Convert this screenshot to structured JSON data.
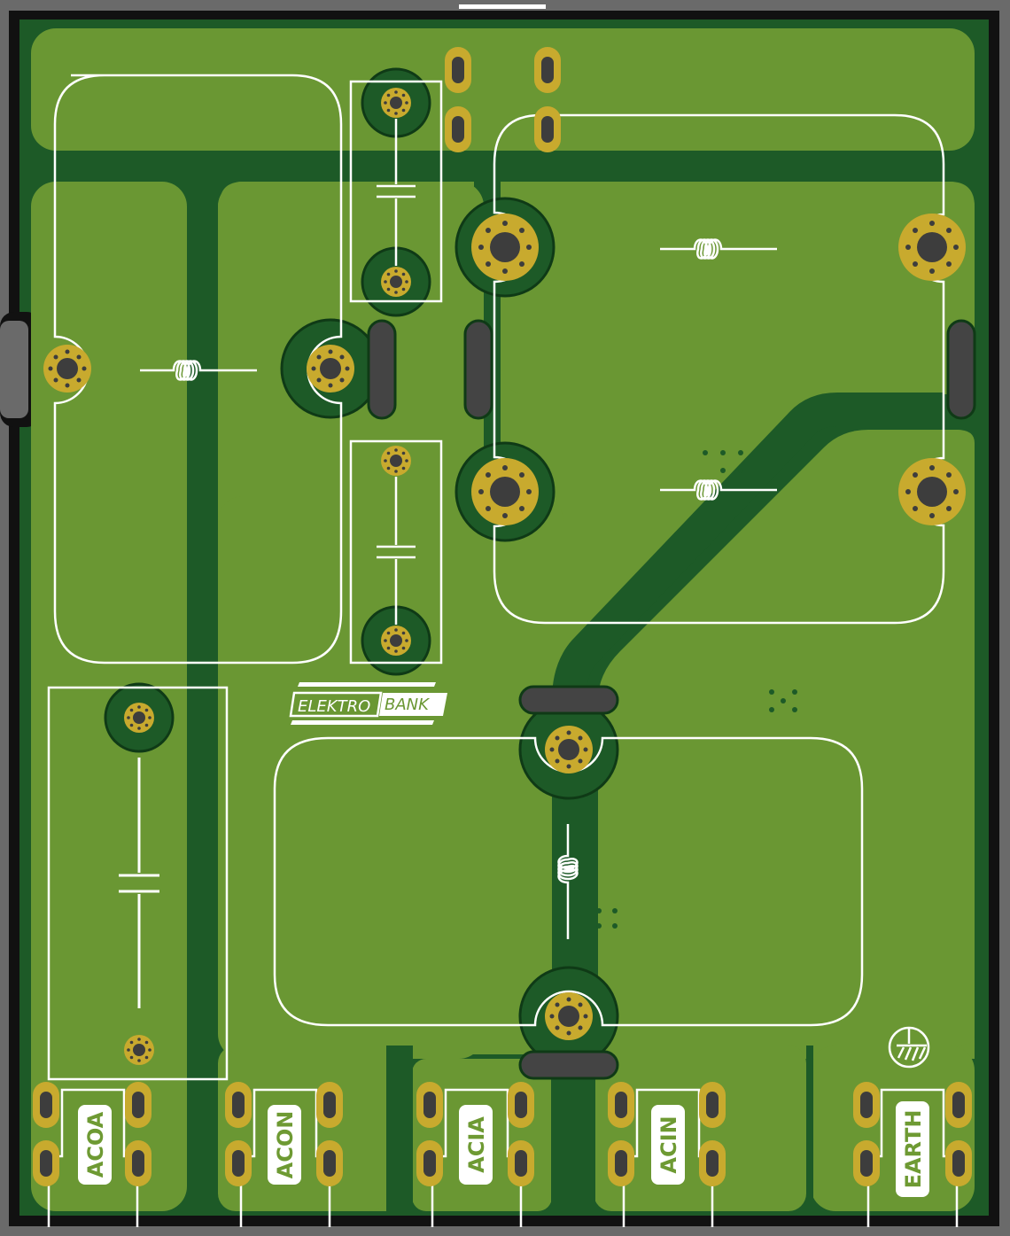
{
  "board": {
    "colors": {
      "background": "#6a6a6a",
      "outline": "#111111",
      "substrate": "#1d5a27",
      "copper_pour": "#6a9733",
      "pad_gold": "#c8aa2e",
      "drill": "#3d3d3d",
      "silkscreen": "#ffffff",
      "oblong_slot": "#444444"
    }
  },
  "logo": {
    "left": "ELEKTRO",
    "right": "BANK"
  },
  "connectors": [
    {
      "id": "acoa",
      "label": "ACOA"
    },
    {
      "id": "acon",
      "label": "ACON"
    },
    {
      "id": "acia",
      "label": "ACIA"
    },
    {
      "id": "acin",
      "label": "ACIN"
    },
    {
      "id": "earth",
      "label": "EARTH"
    }
  ],
  "symbols": {
    "inductors": [
      "inductor-left",
      "inductor-top-right",
      "inductor-mid-right",
      "inductor-bottom"
    ],
    "capacitors": [
      "capacitor-top",
      "capacitor-middle",
      "capacitor-left"
    ],
    "earth": "earth-symbol-icon"
  }
}
